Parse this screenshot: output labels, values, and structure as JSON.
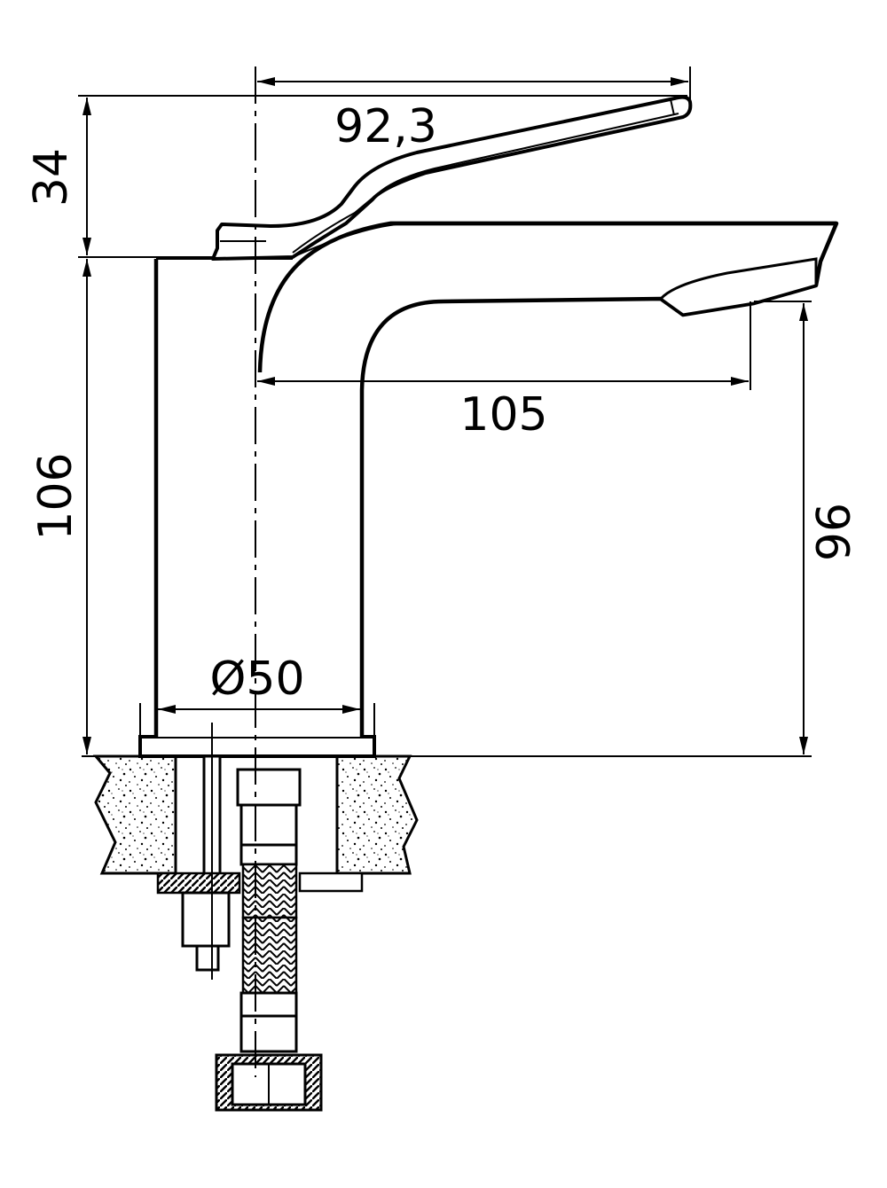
{
  "dimensions": {
    "lever_reach": "92,3",
    "lever_height": "34",
    "spout_reach": "105",
    "body_height": "106",
    "spout_height": "96",
    "base_diameter": "Ø50"
  }
}
